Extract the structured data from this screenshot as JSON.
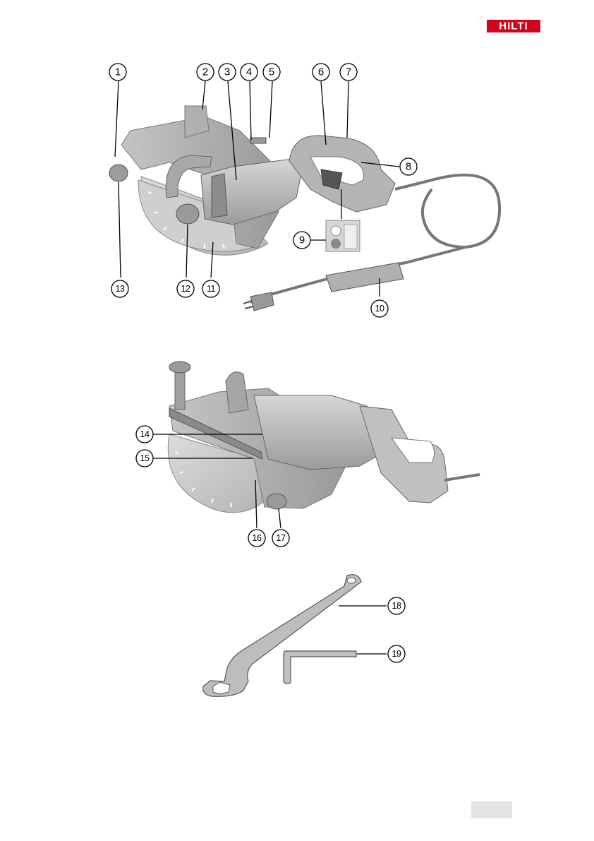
{
  "brand": {
    "logo_text": "HILTI",
    "logo_color": "#d2051e"
  },
  "figure1": {
    "callouts": [
      "1",
      "2",
      "3",
      "4",
      "5",
      "6",
      "7",
      "8",
      "9",
      "10",
      "11",
      "12",
      "13"
    ]
  },
  "figure2": {
    "callouts": [
      "14",
      "15",
      "16",
      "17"
    ]
  },
  "figure3": {
    "callouts": [
      "18",
      "19"
    ]
  },
  "icons": [
    "hilti-logo",
    "cut-off-saw",
    "power-cord",
    "plug",
    "prcd-switch",
    "ring-spanner",
    "hex-key"
  ],
  "colors": {
    "tool_gray": "#b9b9b9",
    "tool_dark": "#8a8a8a",
    "line": "#000000"
  }
}
